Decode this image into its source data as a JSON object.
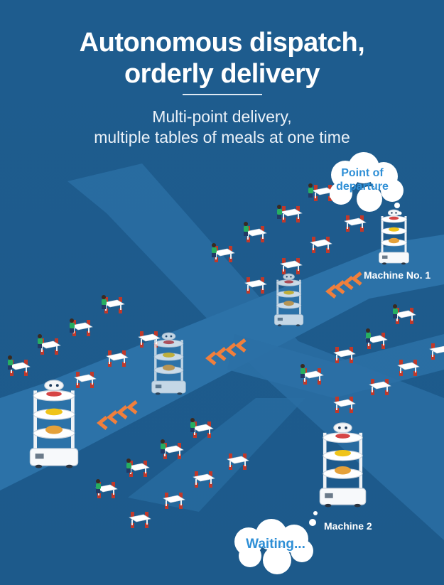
{
  "title_line1": "Autonomous dispatch,",
  "title_line2": "orderly delivery",
  "subtitle_line1": "Multi-point delivery,",
  "subtitle_line2": "multiple tables of meals at one time",
  "bubble_departure_line1": "Point of",
  "bubble_departure_line2": "departure",
  "bubble_waiting": "Waiting...",
  "label_machine1": "Machine No. 1",
  "label_machine2": "Machine 2",
  "colors": {
    "background": "#1f5d8f",
    "road": "#2d71a6",
    "arrow": "#f07f3c",
    "bubble_text": "#2e8fd6"
  }
}
